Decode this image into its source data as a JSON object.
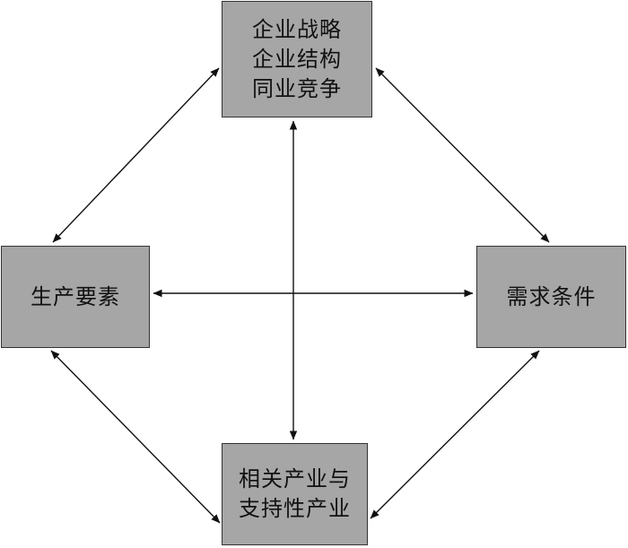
{
  "nodes": {
    "top": {
      "lines": [
        "企业战略",
        "企业结构",
        "同业竞争"
      ]
    },
    "left": {
      "lines": [
        "生产要素"
      ]
    },
    "right": {
      "lines": [
        "需求条件"
      ]
    },
    "bottom": {
      "lines": [
        "相关产业与",
        "支持性产业"
      ]
    }
  },
  "connections": [
    {
      "from": "top",
      "to": "left",
      "arrows": "both"
    },
    {
      "from": "top",
      "to": "right",
      "arrows": "both"
    },
    {
      "from": "top",
      "to": "bottom",
      "arrows": "both"
    },
    {
      "from": "left",
      "to": "right",
      "arrows": "both"
    },
    {
      "from": "left",
      "to": "bottom",
      "arrows": "both"
    },
    {
      "from": "right",
      "to": "bottom",
      "arrows": "both"
    }
  ],
  "colors": {
    "box_fill": "#a6a6a6",
    "box_border": "#333333",
    "line": "#111111",
    "text": "#111111"
  }
}
